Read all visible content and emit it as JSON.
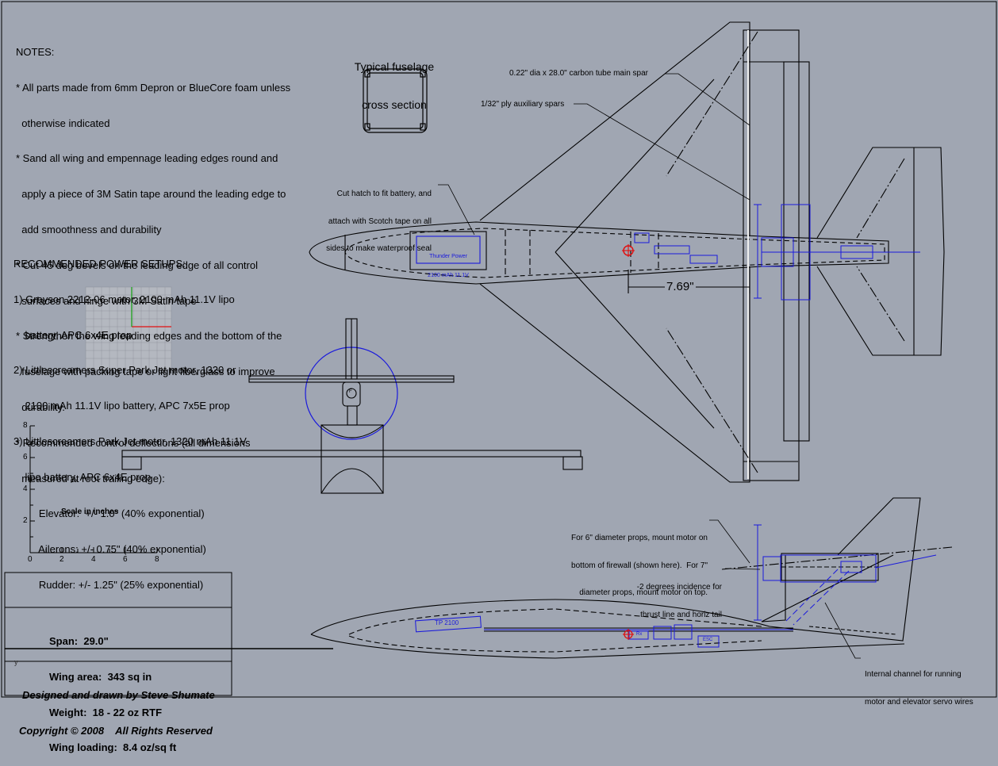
{
  "notes": {
    "heading": "NOTES:",
    "lines": [
      "* All parts made from 6mm Depron or BlueCore foam unless",
      "  otherwise indicated",
      "* Sand all wing and empennage leading edges round and",
      "  apply a piece of 3M Satin tape around the leading edge to",
      "  add smoothness and durability",
      "* Cut 45 deg bevels on the leading edge of all control",
      "  surfaces and hinge with 3M Satin tape",
      "* Strengthen the wing leading edges and the bottom of the",
      "  fuselage with packing tape or light fiberglass to improve",
      "  durability.",
      "* Recommended control deflections (all dimensions",
      "  measured at root trailing edge):",
      "        Elevator:  +/- 1.0\" (40% exponential)",
      "        Ailerons: +/- 0.75\" (40% exponential)",
      "        Rudder: +/- 1.25\" (25% exponential)"
    ]
  },
  "power": {
    "heading": "RECOMMENDED POWER SETUPS:",
    "lines": [
      "1) Grayson 2212-06 motor, 2100 mAh 11.1V lipo",
      "    battery, APC 6x4E prop",
      "2) Littlescreamers Super Park Jet motor, 1320 or",
      "    2100 mAh 11.1V lipo battery, APC 7x5E prop",
      "3) Littlescreamers Park Jet motor, 1320 mAh 11.1V",
      "    lipo battery, APC 6x4E prop"
    ]
  },
  "section": {
    "line1": "Typical fuselage",
    "line2": "cross section"
  },
  "callouts": {
    "main_spar": "0.22\" dia x 28.0\" carbon tube main spar",
    "aux_spars": "1/32\" ply auxiliary spars",
    "hatch": [
      "Cut hatch to fit battery, and",
      "attach with Scotch tape on all",
      "sides to make waterproof seal"
    ],
    "battery_label": [
      "Thunder Power",
      "2100 mAh 11.1V"
    ],
    "dimension": "7.69\"",
    "props": [
      "For 6\" diameter props, mount motor on",
      "bottom of firewall (shown here).  For 7\"",
      "diameter props, mount motor on top."
    ],
    "incidence": [
      "-2 degrees incidence for",
      "thrust line and horiz tail"
    ],
    "channel": [
      "Internal channel for running",
      "motor and elevator servo wires"
    ],
    "tp_label": "TP 2100",
    "rx_label": "Rx",
    "esc_label": "ESC",
    "f_label": "F"
  },
  "scale": {
    "title": "Scale in inches",
    "y_ticks": [
      "8",
      "6",
      "4",
      "2"
    ],
    "x_ticks": [
      "0",
      "2",
      "4",
      "6",
      "8"
    ],
    "axis_y": "y"
  },
  "specs": {
    "span": "Span:  29.0\"",
    "area": "Wing area:  343 sq in",
    "weight": "Weight:  18 - 22 oz RTF",
    "loading": "Wing loading:  8.4 oz/sq ft"
  },
  "credit": {
    "line1": "Designed and drawn by Steve Shumate",
    "line2": "Copyright © 2008    All Rights Reserved"
  },
  "colors": {
    "background": "#a0a6b2",
    "line": "#000000",
    "blue": "#1a1adc",
    "red": "#e01010",
    "green": "#10a010"
  }
}
